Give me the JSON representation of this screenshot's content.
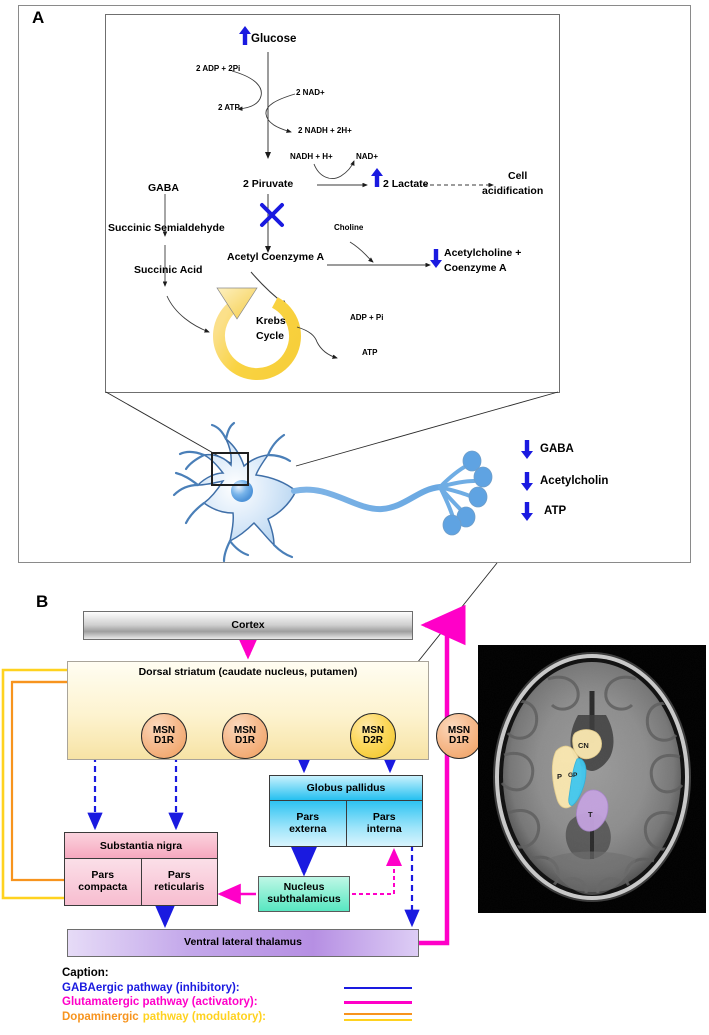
{
  "panelA": {
    "letter": "A",
    "metabolic": {
      "glucose": "Glucose",
      "adp_2pi": "2 ADP + 2Pi",
      "atp_2": "2 ATP",
      "nad_plus": "2 NAD+",
      "nadh_2h": "2 NADH + 2H+",
      "nadh_h_top": "NADH + H+",
      "nad_top": "NAD+",
      "pyruvate": "2 Piruvate",
      "lactate": "2 Lactate",
      "cell_acidification_l1": "Cell",
      "cell_acidification_l2": "acidification",
      "gaba": "GABA",
      "succinic_semialdehyde": "Succinic Semialdehyde",
      "succinic_acid": "Succinic Acid",
      "acetyl_coa": "Acetyl Coenzyme A",
      "choline": "Choline",
      "acetylcholine_l1": "Acetylcholine +",
      "acetylcholine_l2": "Coenzyme A",
      "krebs_l1": "Krebs",
      "krebs_l2": "Cycle",
      "adp_pi": "ADP + Pi",
      "atp": "ATP",
      "blocked_step_icon": "blue-x-block"
    },
    "neuron_outputs": [
      {
        "label": "GABA",
        "direction": "down"
      },
      {
        "label": "Acetylcholin",
        "direction": "down"
      },
      {
        "label": "ATP",
        "direction": "down"
      }
    ],
    "arrow_up_icon": "blue-up-arrow",
    "arrow_down_icon": "blue-down-arrow"
  },
  "panelB": {
    "letter": "B",
    "cortex": "Cortex",
    "striatum": "Dorsal striatum (caudate nucleus, putamen)",
    "msn": [
      {
        "l1": "MSN",
        "l2": "D1R",
        "type": "d1"
      },
      {
        "l1": "MSN",
        "l2": "D1R",
        "type": "d1"
      },
      {
        "l1": "MSN",
        "l2": "D2R",
        "type": "d2"
      },
      {
        "l1": "MSN",
        "l2": "D1R",
        "type": "d1"
      }
    ],
    "globus_pallidus": {
      "title": "Globus pallidus",
      "externa_l1": "Pars",
      "externa_l2": "externa",
      "interna_l1": "Pars",
      "interna_l2": "interna"
    },
    "substantia_nigra": {
      "title": "Substantia nigra",
      "compacta_l1": "Pars",
      "compacta_l2": "compacta",
      "reticularis_l1": "Pars",
      "reticularis_l2": "reticularis"
    },
    "nucleus_subthalamicus_l1": "Nucleus",
    "nucleus_subthalamicus_l2": "subthalamicus",
    "thalamus": "Ventral lateral thalamus",
    "caption": {
      "heading": "Caption:",
      "gabaergic": "GABAergic pathway (inhibitory):",
      "glutamatergic": "Glutamatergic pathway (activatory):",
      "dopaminergic_a": "Dopaminergic",
      "dopaminergic_b": "pathway (modulatory):"
    },
    "mri": {
      "labels": [
        {
          "text": "CN",
          "meaning": "caudate-nucleus"
        },
        {
          "text": "P",
          "meaning": "putamen"
        },
        {
          "text": "GP",
          "meaning": "globus-pallidus"
        },
        {
          "text": "T",
          "meaning": "thalamus"
        }
      ]
    }
  },
  "colors": {
    "gaba_blue": "#1a1ae0",
    "glutamate_magenta": "#ff00c8",
    "dopamine_orange": "#f7941e",
    "dopamine_yellow": "#ffd21f",
    "krebs_yellow": "#f9d342",
    "mri_cn": "#fce9b0",
    "mri_gp": "#3fc8f0",
    "mri_t": "#c4a3e0"
  }
}
